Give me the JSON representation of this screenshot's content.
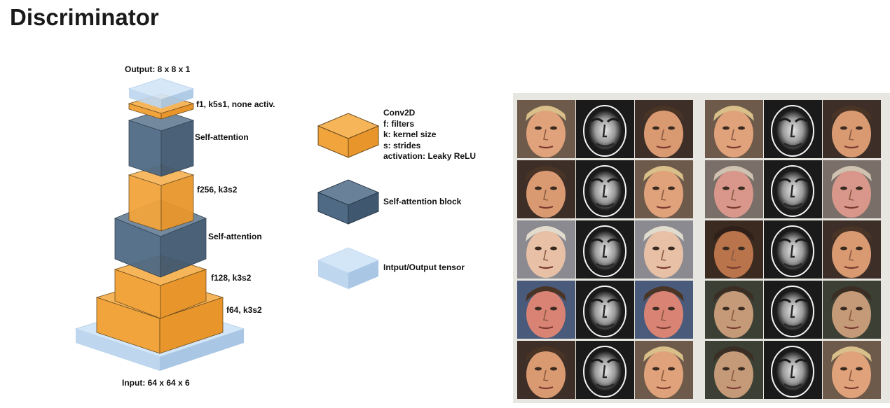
{
  "title": "Discriminator",
  "tower": {
    "output_label": "Output: 8 x 8 x 1",
    "input_label": "Input: 64 x 64 x 6",
    "layers": [
      {
        "label": "f1, k5s1, none activ."
      },
      {
        "label": "Self-attention"
      },
      {
        "label": "f256, k3s2"
      },
      {
        "label": "Self-attention"
      },
      {
        "label": "f128, k3s2"
      },
      {
        "label": "f64, k3s2"
      }
    ]
  },
  "legend": {
    "conv": {
      "lines": [
        "Conv2D",
        "f: filters",
        "k: kernel size",
        "s: strides",
        "activation: Leaky ReLU"
      ]
    },
    "attention": {
      "label": "Self-attention block"
    },
    "tensor": {
      "label": "Intput/Output tensor"
    }
  },
  "colors": {
    "conv": "#f4a640",
    "attention": "#4e6a85",
    "tensor": "#d3e6f8"
  },
  "face_grid": {
    "rows": 5,
    "cols": 6,
    "cells": [
      "face-warm",
      "mask",
      "face-tan",
      "face-warm",
      "mask",
      "face-tan",
      "face-tan",
      "mask",
      "face-warm",
      "face-pink",
      "mask",
      "face-pink",
      "face-pale",
      "mask",
      "face-pale",
      "face-brown",
      "mask",
      "face-tan",
      "face-red",
      "mask",
      "face-red",
      "face-olive",
      "mask",
      "face-olive",
      "face-tan",
      "mask",
      "face-warm",
      "face-olive",
      "mask",
      "face-warm"
    ]
  }
}
